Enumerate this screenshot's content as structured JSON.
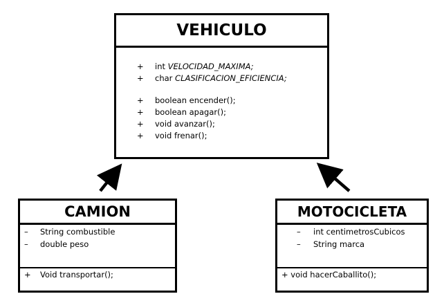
{
  "vehiculo": {
    "name": "VEHICULO",
    "attributes": [
      {
        "vis": "+",
        "type": "int",
        "name": "VELOCIDAD_MAXIMA;"
      },
      {
        "vis": "+",
        "type": "char",
        "name": "CLASIFICACION_EFICIENCIA;"
      }
    ],
    "methods": [
      {
        "vis": "+",
        "text": "boolean encender();"
      },
      {
        "vis": "+",
        "text": "boolean apagar();"
      },
      {
        "vis": "+",
        "text": "void avanzar();"
      },
      {
        "vis": "+",
        "text": "void frenar();"
      }
    ]
  },
  "camion": {
    "name": "CAMION",
    "attributes": [
      {
        "vis": "–",
        "text": "String combustible"
      },
      {
        "vis": "–",
        "text": "double peso"
      }
    ],
    "methods": [
      {
        "vis": "+",
        "text": "Void transportar();"
      }
    ]
  },
  "motocicleta": {
    "name": "MOTOCICLETA",
    "attributes": [
      {
        "vis": "–",
        "text": "int centimetrosCubicos"
      },
      {
        "vis": "–",
        "text": "String marca"
      }
    ],
    "methods": [
      {
        "text": "+ void hacerCaballito();"
      }
    ]
  }
}
